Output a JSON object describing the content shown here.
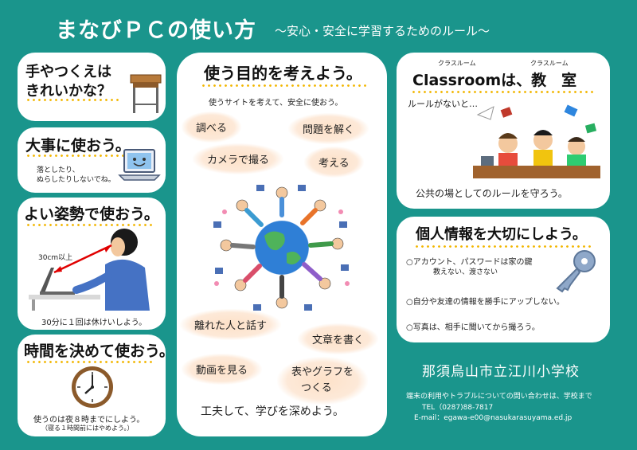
{
  "header": {
    "title": "まなびＰＣの使い方",
    "subtitle": "～安心・安全に学習するためのルール～"
  },
  "left": {
    "clean": {
      "heading_line1": "手やつくえは",
      "heading_line2": "きれいかな？"
    },
    "care": {
      "heading": "大事に使おう。",
      "note_line1": "落としたり、",
      "note_line2": "ぬらしたりしないでね。"
    },
    "posture": {
      "heading": "よい姿勢で使おう。",
      "distance": "30cm以上",
      "note": "30分に１回は休けいしよう。"
    },
    "time": {
      "heading": "時間を決めて使おう。",
      "note_line1": "使うのは夜８時までにしよう。",
      "note_line2": "（寝る１時間前にはやめよう。）"
    }
  },
  "center": {
    "heading": "使う目的を考えよう。",
    "intro": "使うサイトを考えて、安全に使おう。",
    "purposes": [
      "調べる",
      "問題を解く",
      "カメラで撮る",
      "考える",
      "離れた人と話す",
      "文章を書く",
      "動画を見る",
      "表やグラフを",
      "つくる"
    ],
    "closing": "工夫して、学びを深めよう。"
  },
  "right": {
    "classroom": {
      "ruby1": "クラスルーム",
      "ruby2": "クラスルーム",
      "heading": "Classroomは、教　室",
      "no_rules": "ルールがないと…",
      "public": "公共の場としてのルールを守ろう。"
    },
    "privacy": {
      "heading": "個人情報を大切にしよう。",
      "item1": "○アカウント、パスワードは家の鍵",
      "item1_sub": "教えない、渡さない",
      "item2": "○自分や友達の情報を勝手にアップしない。",
      "item3": "○写真は、相手に聞いてから撮ろう。"
    }
  },
  "footer": {
    "school": "那須烏山市立江川小学校",
    "contact_note": "端末の利用やトラブルについての問い合わせは、学校まで",
    "tel": "TEL（0287)88-7817",
    "email": "E-mail：egawa-e00@nasukarasuyama.ed.jp"
  }
}
